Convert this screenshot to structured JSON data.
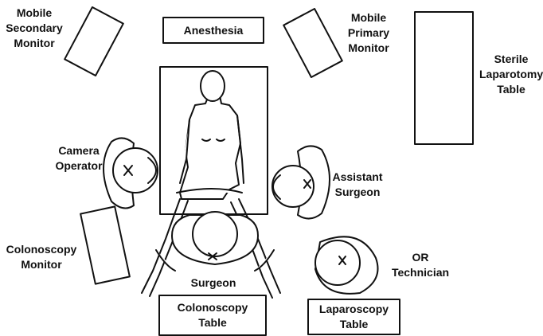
{
  "labels": {
    "mobile_secondary_monitor": [
      "Mobile",
      "Secondary",
      "Monitor"
    ],
    "anesthesia": "Anesthesia",
    "mobile_primary_monitor": [
      "Mobile",
      "Primary",
      "Monitor"
    ],
    "sterile_laparotomy_table": [
      "Sterile",
      "Laparotomy",
      "Table"
    ],
    "camera_operator": [
      "Camera",
      "Operator"
    ],
    "assistant_surgeon": [
      "Assistant",
      "Surgeon"
    ],
    "colonoscopy_monitor": [
      "Colonoscopy",
      "Monitor"
    ],
    "or_technician": [
      "OR",
      "Technician"
    ],
    "surgeon": "Surgeon",
    "colonoscopy_table": [
      "Colonoscopy",
      "Table"
    ],
    "laparoscopy_table": [
      "Laparoscopy",
      "Table"
    ]
  },
  "colors": {
    "ink": "#111111",
    "paper": "#ffffff"
  }
}
